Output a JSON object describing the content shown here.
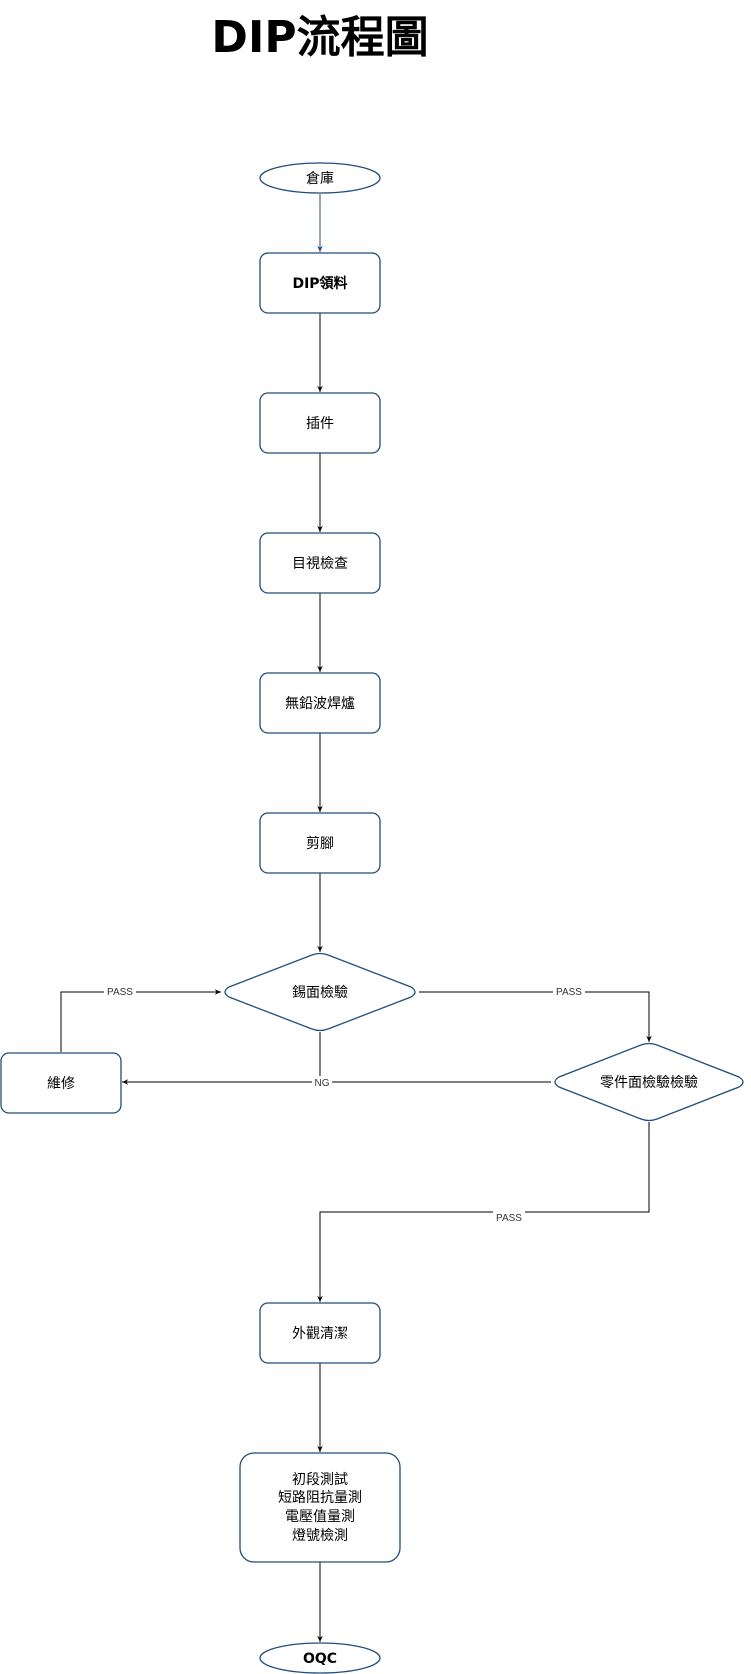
{
  "title": "DIP流程圖",
  "colors": {
    "node_stroke": "#1f4e79",
    "edge": "#000000",
    "background": "#ffffff"
  },
  "nodes": {
    "warehouse": "倉庫",
    "dip_pickup": "DIP領料",
    "insertion": "插件",
    "visual_inspection": "目視檢查",
    "wave_solder": "無鉛波焊爐",
    "lead_trim": "剪腳",
    "solder_inspection": "錫面檢驗",
    "repair": "維修",
    "component_inspection": "零件面檢驗檢驗",
    "cleaning": "外觀清潔",
    "initial_test": [
      "初段測試",
      "短路阻抗量測",
      "電壓值量測",
      "燈號檢測"
    ],
    "oqc": "OQC"
  },
  "edge_labels": {
    "repair_to_solder": "PASS",
    "solder_to_component": "PASS",
    "to_repair": "NG",
    "component_to_cleaning": "PASS"
  }
}
